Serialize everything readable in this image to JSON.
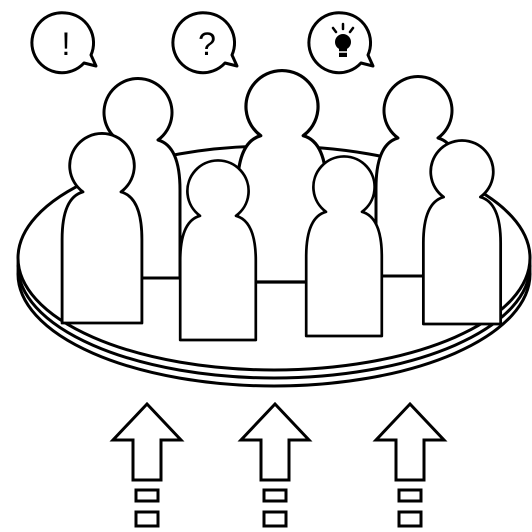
{
  "illustration": {
    "bubbles": [
      {
        "glyph": "!",
        "icon": "exclamation-mark"
      },
      {
        "glyph": "?",
        "icon": "question-mark"
      },
      {
        "glyph": "",
        "icon": "lightbulb-icon"
      }
    ],
    "people": {
      "back_row": 3,
      "front_row": 4
    },
    "arrows": 3,
    "colors": {
      "line": "#000000",
      "fill": "#ffffff",
      "bulb": "#000000"
    }
  }
}
